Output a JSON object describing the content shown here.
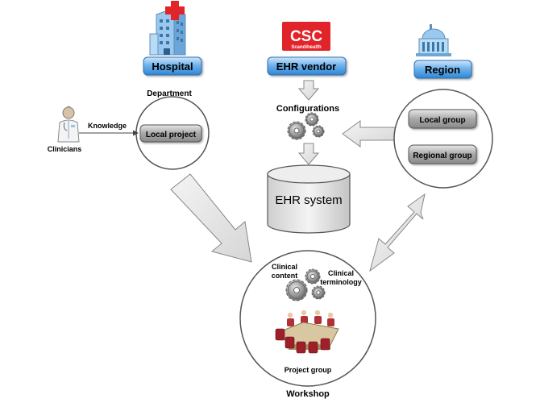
{
  "labels": {
    "hospital": "Hospital",
    "ehr_vendor": "EHR vendor",
    "region": "Region",
    "department": "Department",
    "local_project": "Local project",
    "knowledge": "Knowledge",
    "clinicians": "Clinicians",
    "configurations": "Configurations",
    "ehr_system": "EHR system",
    "local_group": "Local group",
    "regional_group": "Regional group",
    "clinical_content_1": "Clinical",
    "clinical_content_2": "content",
    "clinical_terminology_1": "Clinical",
    "clinical_terminology_2": "terminology",
    "project_group": "Project group",
    "workshop": "Workshop"
  },
  "logo": {
    "text": "CSC",
    "subtext": "Scandihealth"
  },
  "colors": {
    "pill_blue": "#5aa6e6",
    "logo_red": "#e1242a",
    "arrow_fill": "#e6e6e6",
    "box_grey": "#a9a9a9"
  }
}
